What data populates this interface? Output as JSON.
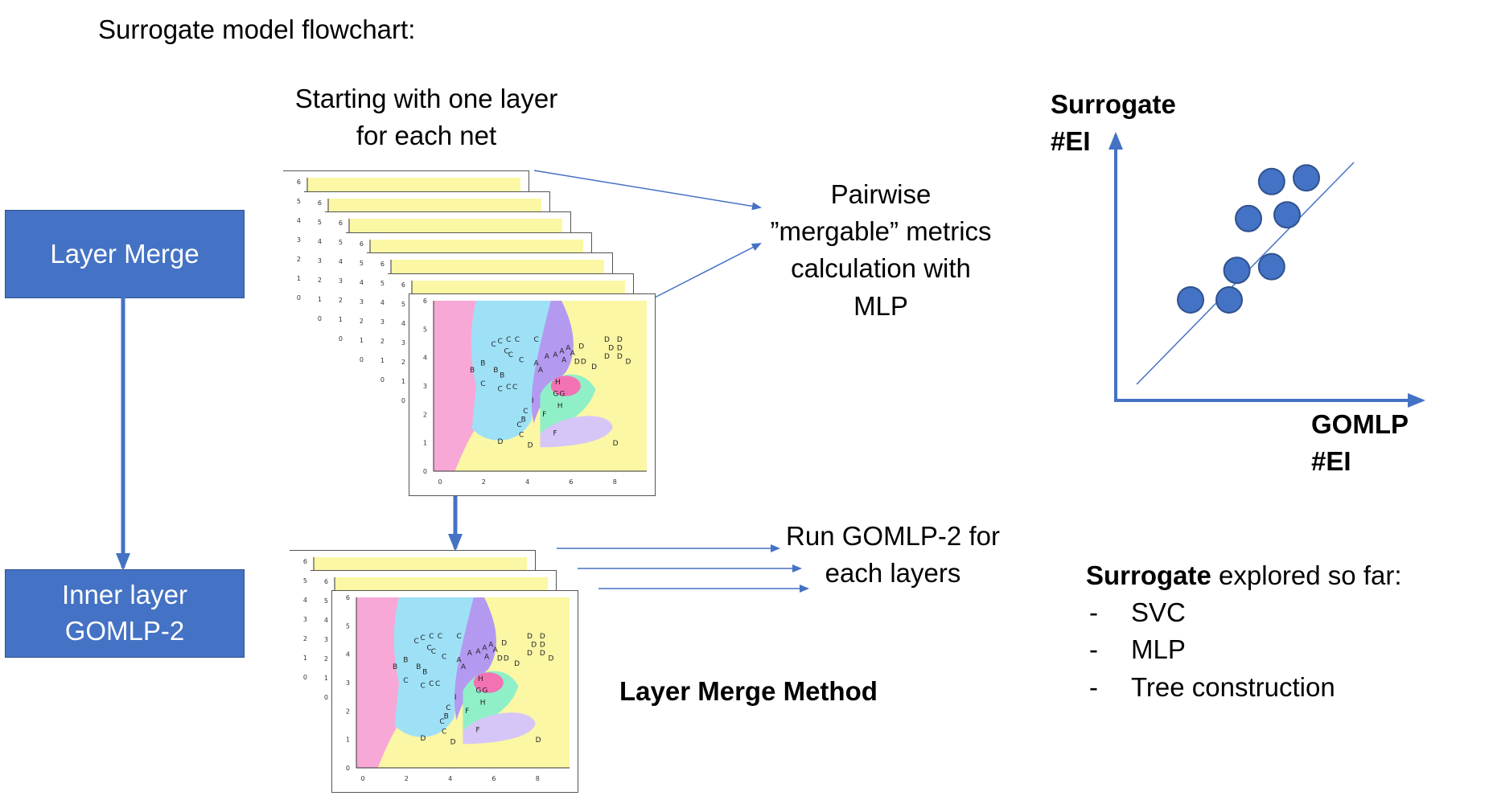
{
  "title": "Surrogate model flowchart:",
  "boxes": {
    "layer_merge": "Layer Merge",
    "inner_layer": [
      "Inner layer",
      "GOMLP-2"
    ]
  },
  "starting_label": [
    "Starting with one layer",
    "for each net"
  ],
  "pairwise_label": [
    "Pairwise",
    "”mergable” metrics",
    "calculation with",
    "MLP"
  ],
  "run_label": [
    "Run GOMLP-2 for",
    "each layers"
  ],
  "method_label": "Layer Merge Method",
  "scatter": {
    "y_label": [
      "Surrogate",
      "#EI"
    ],
    "x_label": [
      "GOMLP",
      "#EI"
    ],
    "points": [
      [
        1,
        1
      ],
      [
        2,
        1
      ],
      [
        2.2,
        1.8
      ],
      [
        3.1,
        1.9
      ],
      [
        2.5,
        3.2
      ],
      [
        3.5,
        3.3
      ],
      [
        3.1,
        4.2
      ],
      [
        4,
        4.3
      ]
    ]
  },
  "explored": {
    "bold": "Surrogate",
    "rest": " explored so far:",
    "items": [
      "SVC",
      "MLP",
      "Tree construction"
    ]
  },
  "plot_axes": {
    "y_ticks": [
      "0",
      "1",
      "2",
      "3",
      "4",
      "5",
      "6"
    ],
    "x_ticks": [
      "0",
      "2",
      "4",
      "6",
      "8"
    ]
  },
  "plot_letters": [
    [
      "C",
      0.27,
      0.27
    ],
    [
      "C",
      0.3,
      0.25
    ],
    [
      "C",
      0.34,
      0.24
    ],
    [
      "C",
      0.38,
      0.24
    ],
    [
      "C",
      0.47,
      0.24
    ],
    [
      "C",
      0.33,
      0.31
    ],
    [
      "C",
      0.35,
      0.33
    ],
    [
      "C",
      0.4,
      0.36
    ],
    [
      "B",
      0.17,
      0.42
    ],
    [
      "B",
      0.22,
      0.38
    ],
    [
      "B",
      0.28,
      0.42
    ],
    [
      "B",
      0.31,
      0.45
    ],
    [
      "C",
      0.22,
      0.5
    ],
    [
      "C",
      0.3,
      0.53
    ],
    [
      "C",
      0.34,
      0.52
    ],
    [
      "C",
      0.37,
      0.52
    ],
    [
      "A",
      0.47,
      0.38
    ],
    [
      "A",
      0.49,
      0.42
    ],
    [
      "A",
      0.52,
      0.34
    ],
    [
      "A",
      0.56,
      0.33
    ],
    [
      "A",
      0.59,
      0.31
    ],
    [
      "A",
      0.62,
      0.29
    ],
    [
      "A",
      0.64,
      0.32
    ],
    [
      "A",
      0.6,
      0.36
    ],
    [
      "D",
      0.68,
      0.28
    ],
    [
      "D",
      0.8,
      0.24
    ],
    [
      "D",
      0.86,
      0.24
    ],
    [
      "D",
      0.82,
      0.29
    ],
    [
      "D",
      0.86,
      0.29
    ],
    [
      "D",
      0.8,
      0.34
    ],
    [
      "D",
      0.86,
      0.34
    ],
    [
      "D",
      0.74,
      0.4
    ],
    [
      "D",
      0.69,
      0.37
    ],
    [
      "D",
      0.66,
      0.37
    ],
    [
      "D",
      0.9,
      0.37
    ],
    [
      "H",
      0.57,
      0.49
    ],
    [
      "G",
      0.56,
      0.56
    ],
    [
      "G",
      0.59,
      0.56
    ],
    [
      "H",
      0.58,
      0.63
    ],
    [
      "I",
      0.46,
      0.6
    ],
    [
      "F",
      0.51,
      0.68
    ],
    [
      "F",
      0.56,
      0.79
    ],
    [
      "C",
      0.39,
      0.74
    ],
    [
      "C",
      0.4,
      0.8
    ],
    [
      "B",
      0.41,
      0.71
    ],
    [
      "C",
      0.42,
      0.66
    ],
    [
      "D",
      0.3,
      0.84
    ],
    [
      "D",
      0.44,
      0.86
    ],
    [
      "D",
      0.84,
      0.85
    ]
  ]
}
